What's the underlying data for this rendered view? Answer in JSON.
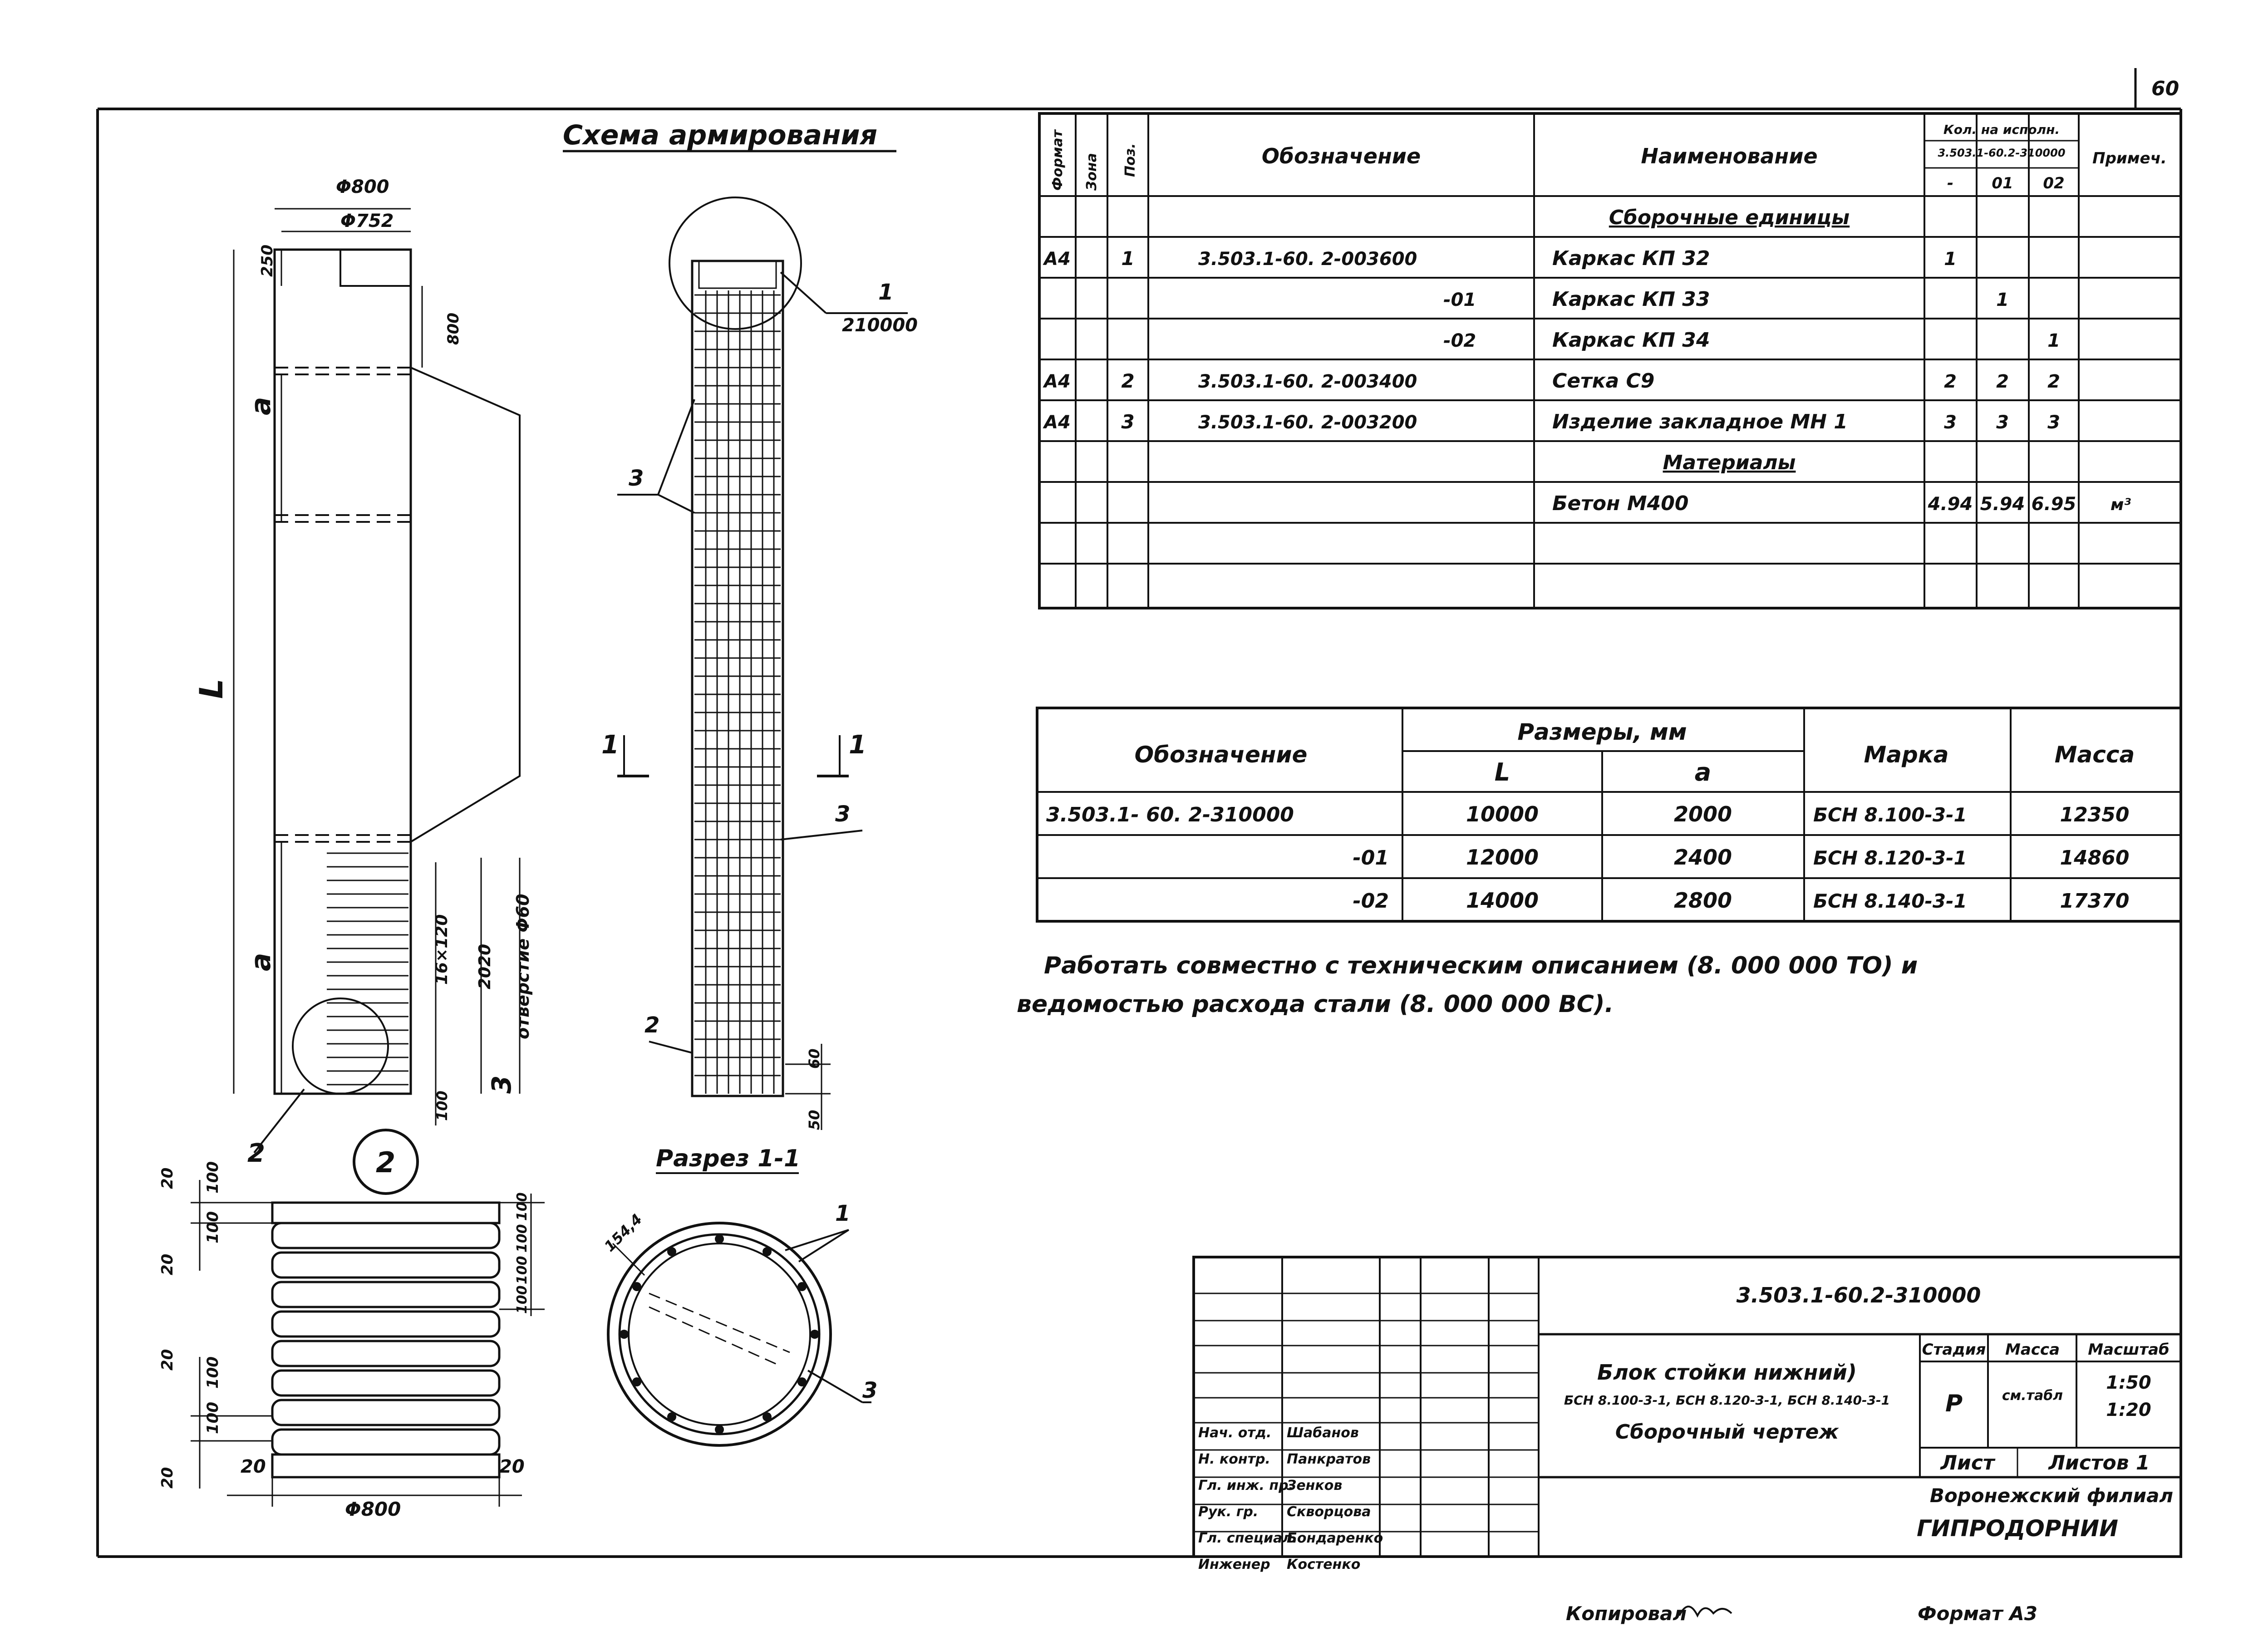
{
  "page_number": "60",
  "scheme_title": "Схема армирования",
  "section_title": "Разрез 1-1",
  "left_view": {
    "dims": {
      "outer_diameter": "Φ800",
      "inner_diameter": "Φ752",
      "top_offset": "250",
      "side_800": "800",
      "a_top": "a",
      "length": "L",
      "a_bottom": "a",
      "pitch": "16×120",
      "d2020": "2020",
      "hole": "отверстие Φ60",
      "three": "3",
      "d100": "100",
      "callout": "2"
    }
  },
  "right_view": {
    "labels": {
      "pos1": "1",
      "ref": "210000",
      "pos3a": "3",
      "pos3b": "3",
      "pos2": "2",
      "cut_left": "1",
      "cut_right": "1",
      "d60": "60",
      "d50": "50"
    }
  },
  "detail_view": {
    "callout": "2",
    "dims": {
      "d20_top": "20",
      "d100_top": "100",
      "d100_a": "100",
      "d20_mid": "20",
      "d20_b": "20",
      "d100_b": "100",
      "d100_c": "100",
      "d20_bot": "20",
      "d20_left": "20",
      "d20_right": "20",
      "base_diameter": "Φ800",
      "r_100a": "100",
      "r_100b": "100",
      "r_100c": "100",
      "r_100d": "100"
    }
  },
  "section_view": {
    "dim": "154,4",
    "label_1": "1",
    "label_3": "3"
  },
  "spec_table": {
    "headers": {
      "format": "Формат",
      "zone": "Зона",
      "pos": "Поз.",
      "designation": "Обозначение",
      "name": "Наименование",
      "qty": "Кол. на исполн.",
      "qty_doc": "3.503.1-60.2-310000",
      "qty_cols": [
        "-",
        "01",
        "02"
      ],
      "note": "Примеч."
    },
    "rows": [
      {
        "format": "",
        "zone": "",
        "pos": "",
        "designation": "",
        "name": "Сборочные единицы",
        "q0": "",
        "q1": "",
        "q2": "",
        "note": "",
        "section": true
      },
      {
        "format": "А4",
        "zone": "",
        "pos": "1",
        "designation": "3.503.1-60. 2-003600",
        "name": "Каркас КП 32",
        "q0": "1",
        "q1": "",
        "q2": "",
        "note": ""
      },
      {
        "format": "",
        "zone": "",
        "pos": "",
        "designation": "-01",
        "name": "Каркас КП 33",
        "q0": "",
        "q1": "1",
        "q2": "",
        "note": ""
      },
      {
        "format": "",
        "zone": "",
        "pos": "",
        "designation": "-02",
        "name": "Каркас КП 34",
        "q0": "",
        "q1": "",
        "q2": "1",
        "note": ""
      },
      {
        "format": "А4",
        "zone": "",
        "pos": "2",
        "designation": "3.503.1-60. 2-003400",
        "name": "Сетка С9",
        "q0": "2",
        "q1": "2",
        "q2": "2",
        "note": ""
      },
      {
        "format": "А4",
        "zone": "",
        "pos": "3",
        "designation": "3.503.1-60. 2-003200",
        "name": "Изделие закладное МН 1",
        "q0": "3",
        "q1": "3",
        "q2": "3",
        "note": ""
      },
      {
        "format": "",
        "zone": "",
        "pos": "",
        "designation": "",
        "name": "Материалы",
        "q0": "",
        "q1": "",
        "q2": "",
        "note": "",
        "section": true
      },
      {
        "format": "",
        "zone": "",
        "pos": "",
        "designation": "",
        "name": "Бетон М400",
        "q0": "4.94",
        "q1": "5.94",
        "q2": "6.95",
        "note": "м³"
      },
      {
        "format": "",
        "zone": "",
        "pos": "",
        "designation": "",
        "name": "",
        "q0": "",
        "q1": "",
        "q2": "",
        "note": ""
      },
      {
        "format": "",
        "zone": "",
        "pos": "",
        "designation": "",
        "name": "",
        "q0": "",
        "q1": "",
        "q2": "",
        "note": ""
      }
    ]
  },
  "dims_table": {
    "headers": {
      "designation": "Обозначение",
      "sizes": "Размеры, мм",
      "L": "L",
      "a": "a",
      "mark": "Марка",
      "mass": "Масса"
    },
    "rows": [
      {
        "designation": "3.503.1- 60. 2-310000",
        "L": "10000",
        "a": "2000",
        "mark": "БСН 8.100-3-1",
        "mass": "12350"
      },
      {
        "designation": "-01",
        "L": "12000",
        "a": "2400",
        "mark": "БСН 8.120-3-1",
        "mass": "14860"
      },
      {
        "designation": "-02",
        "L": "14000",
        "a": "2800",
        "mark": "БСН 8.140-3-1",
        "mass": "17370"
      }
    ]
  },
  "note_line1": "Работать  совместно с техническим описанием (8. 000 000 ТО) и",
  "note_line2": "ведомостью  расхода  стали  (8. 000 000 ВС).",
  "title_block": {
    "doc_number": "3.503.1-60.2-310000",
    "title": "Блок стойки нижний)",
    "subtitle": "БСН 8.100-3-1, БСН 8.120-3-1, БСН 8.140-3-1",
    "doc_type": "Сборочный чертеж",
    "stage_label": "Стадия",
    "mass_label": "Масса",
    "scale_label": "Масштаб",
    "stage": "Р",
    "mass": "см.табл",
    "scale1": "1:50",
    "scale2": "1:20",
    "sheet_label": "Лист",
    "sheets_label": "Листов 1",
    "org1": "Воронежский филиал",
    "org2": "ГИПРОДОРНИИ",
    "roles": [
      "Нач. отд.",
      "Н. контр.",
      "Гл. инж. пр.",
      "Рук. гр.",
      "Гл. специал.",
      "Инженер"
    ],
    "names": [
      "Шабанов",
      "Панкратов",
      "Зенков",
      "Скворцова",
      "Бондаренко",
      "Костенко"
    ]
  },
  "footer": {
    "copied": "Копировал",
    "format": "Формат А3"
  }
}
